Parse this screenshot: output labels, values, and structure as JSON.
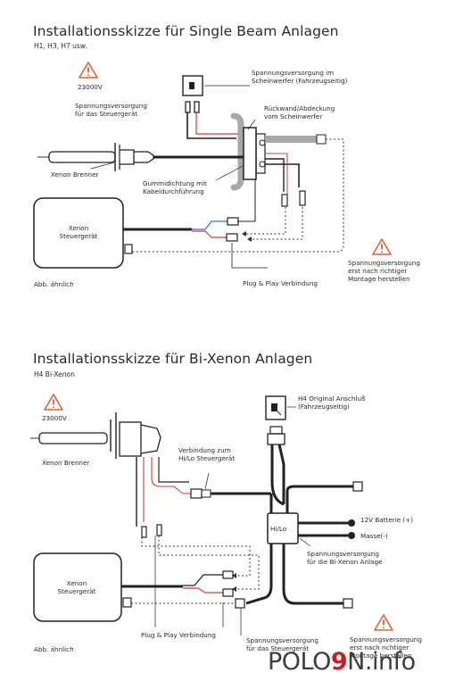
{
  "section1": {
    "title": "Installationsskizze für Single Beam Anlagen",
    "subtitle": "H1, H3, H7 usw.",
    "voltage": "23000V",
    "labels": {
      "power_headlight": [
        "Spannungsversorgung im",
        "Scheinwerfer (Fahrzeugseitig)"
      ],
      "power_ballast": [
        "Spannungsversorgung",
        "für das Steuergerät"
      ],
      "rear_cover": [
        "Rückwand/Abdeckung",
        "vom Scheinwerfer"
      ],
      "xenon_burner": "Xenon Brenner",
      "rubber_seal": [
        "Gummidichtung mit",
        "Kabeldurchführung"
      ],
      "ballast": [
        "Xenon",
        "Steuergerät"
      ],
      "warning_note": [
        "Spannungsversorgung",
        "erst nach richtiger",
        "Montage herstellen"
      ],
      "plug_play": "Plug & Play Verbindung",
      "similar": "Abb. ähnlich"
    }
  },
  "section2": {
    "title": "Installationsskizze für Bi-Xenon Anlagen",
    "subtitle": "H4 Bi-Xenon",
    "voltage": "23000V",
    "labels": {
      "h4_connector": [
        "H4 Original Anschluß",
        "(Fahrzeugseitig)"
      ],
      "xenon_burner": "Xenon Brenner",
      "hilo_connection": [
        "Verbindung zum",
        "Hi/Lo Steuergerät"
      ],
      "hilo_box": "Hi/Lo",
      "battery": "12V Batterie (+)",
      "ground": "Masse(-)",
      "power_bixenon": [
        "Spannungsversorgung",
        "für die Bi-Xenon Anlage"
      ],
      "ballast": [
        "Xenon",
        "Steuergerät"
      ],
      "plug_play": "Plug & Play Verbindung",
      "power_ballast": [
        "Spannungsversorgung",
        "für das Steuergerät"
      ],
      "warning_note": [
        "Spannungsversorgung",
        "erst nach richtiger",
        "Montage herstellen"
      ],
      "similar": "Abb. ähnlich"
    }
  },
  "watermark": {
    "prefix": "POLO",
    "nine": "9",
    "suffix": "N.info"
  },
  "colors": {
    "wire": "#1c1c1c",
    "red_wire": "#d43a3a",
    "blue_wire": "#3a6fd4",
    "gray_part": "#a8a8a8",
    "warning": "#e06030"
  }
}
